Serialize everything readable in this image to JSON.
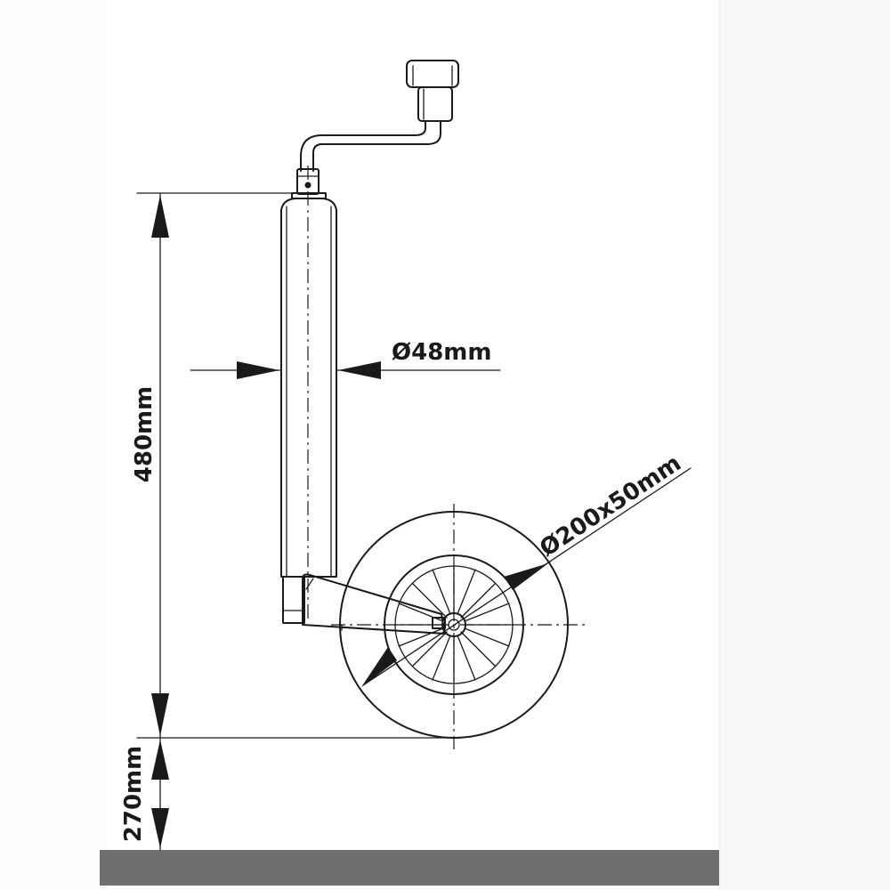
{
  "dimensions": {
    "overall_height": "480mm",
    "ground_clearance": "270mm",
    "tube_diameter": "Ø48mm",
    "wheel_size": "Ø200x50mm"
  },
  "colors": {
    "line": "#1a1a1a",
    "ground": "#6f6f6f",
    "background": "#ffffff",
    "side_panel": "#f7f7f7"
  }
}
